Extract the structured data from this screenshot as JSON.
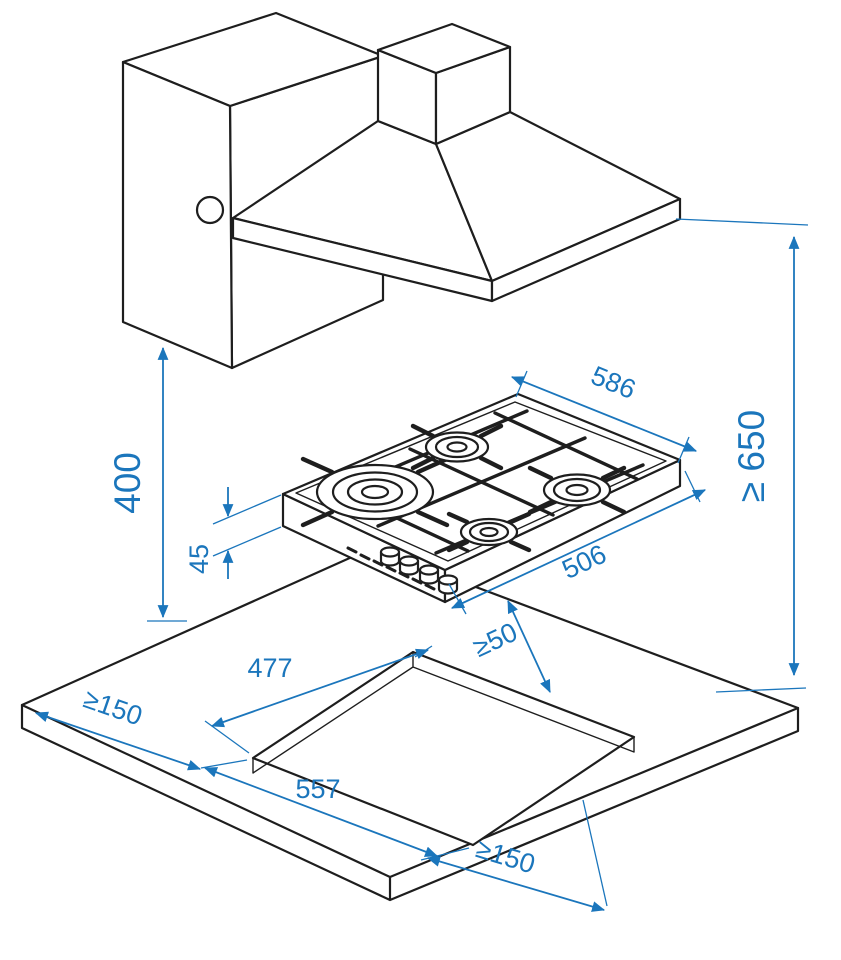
{
  "diagram": {
    "description": "Installation dimensions drawing: gas hob with chimney cooker hood above a worktop cutout",
    "colors": {
      "line": "#1e1e1e",
      "dimension": "#1b76bc",
      "background": "#ffffff"
    },
    "labels": {
      "clearance_above_hob": "≥ 650",
      "hood_to_surface": "400",
      "hob_body_height": "45",
      "hob_width": "586",
      "hob_depth": "506",
      "cutout_depth": "477",
      "rear_clearance": "≥50",
      "cutout_width": "557",
      "side_clearance": "≥150",
      "front_clearance": "≥150"
    }
  }
}
